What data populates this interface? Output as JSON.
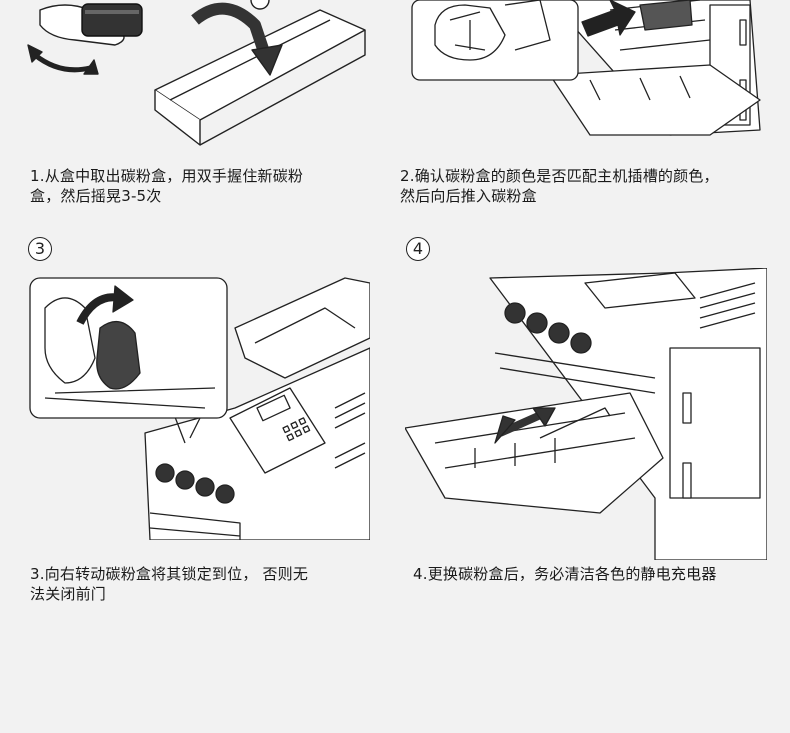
{
  "steps": [
    {
      "number": "",
      "caption_line1": "1.从盒中取出碳粉盒，用双手握住新碳粉",
      "caption_line2": "盒，然后摇晃3-5次"
    },
    {
      "number": "",
      "caption_line1": "2.确认碳粉盒的颜色是否匹配主机插槽的颜色，",
      "caption_line2": "然后向后推入碳粉盒"
    },
    {
      "number": "③",
      "caption_line1": "3.向右转动碳粉盒将其锁定到位， 否则无",
      "caption_line2": "法关闭前门"
    },
    {
      "number": "④",
      "caption_line1": "4.更换碳粉盒后，务必清洁各色的静电充电器",
      "caption_line2": ""
    }
  ],
  "colors": {
    "background": "#f2f2f2",
    "line_art": "#222222",
    "panel_fill": "#ffffff"
  }
}
